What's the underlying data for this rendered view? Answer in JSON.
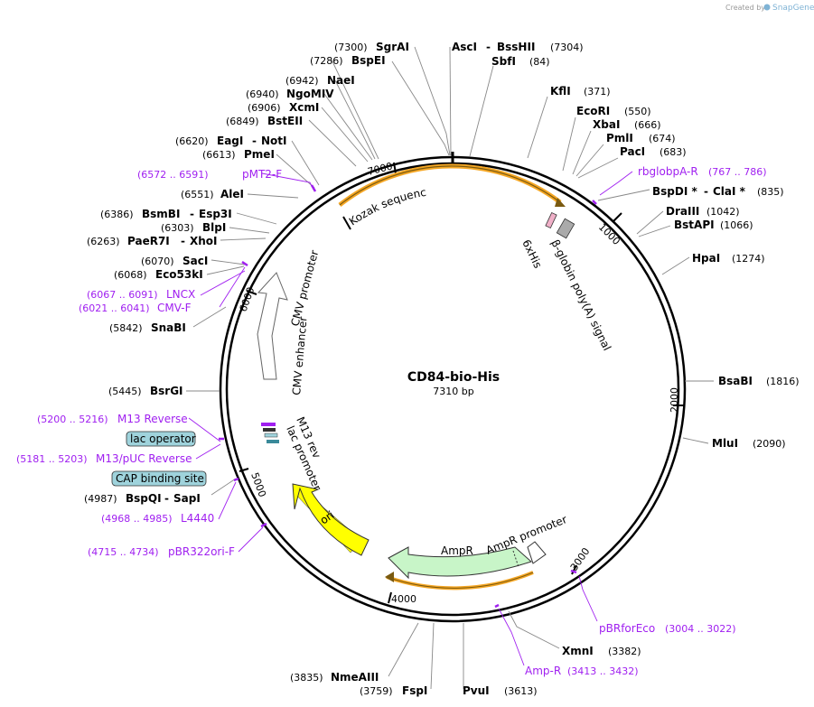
{
  "credit": {
    "prefix": "Created by",
    "brand": "SnapGene"
  },
  "plasmid": {
    "name": "CD84-bio-His",
    "length": "7310 bp"
  },
  "ticks": [
    "1000",
    "2000",
    "3000",
    "4000",
    "5000",
    "6000",
    "7000"
  ],
  "features": {
    "kozak": "Kozak sequence",
    "sixhis": "6xHis",
    "globin": "β-globin poly(A) signal",
    "cmv_promoter": "CMV promoter",
    "cmv_enhancer": "CMV enhancer",
    "m13rev": "M13 rev",
    "lac_promoter": "lac promoter",
    "ori": "ori",
    "ampr": "AmpR",
    "ampr_promoter": "AmpR promoter"
  },
  "boxes": {
    "lac_operator": "lac operator",
    "cap": "CAP binding site"
  },
  "enzymes": {
    "sgrai": {
      "name": "SgrAI",
      "pos": "(7300)"
    },
    "bspei": {
      "name": "BspEI",
      "pos": "(7286)"
    },
    "naei": {
      "name": "NaeI",
      "pos": "(6942)"
    },
    "ngomiv": {
      "name": "NgoMIV",
      "pos": "(6940)"
    },
    "xcmi": {
      "name": "XcmI",
      "pos": "(6906)"
    },
    "bsteii": {
      "name": "BstEII",
      "pos": "(6849)"
    },
    "eagi": {
      "name": "EagI",
      "sep": "-",
      "name2": "NotI",
      "pos": "(6620)"
    },
    "pmei": {
      "name": "PmeI",
      "pos": "(6613)"
    },
    "alei": {
      "name": "AleI",
      "pos": "(6551)"
    },
    "bsmbi": {
      "name": "BsmBI",
      "sep": "-",
      "name2": "Esp3I",
      "pos": "(6386)"
    },
    "blpi": {
      "name": "BlpI",
      "pos": "(6303)"
    },
    "paer7i": {
      "name": "PaeR7I",
      "sep": "-",
      "name2": "XhoI",
      "pos": "(6263)"
    },
    "saci": {
      "name": "SacI",
      "pos": "(6070)"
    },
    "eco53ki": {
      "name": "Eco53kI",
      "pos": "(6068)"
    },
    "snabi": {
      "name": "SnaBI",
      "pos": "(5842)"
    },
    "bsrgi": {
      "name": "BsrGI",
      "pos": "(5445)"
    },
    "bspqi": {
      "name": "BspQI",
      "sep": "-",
      "name2": "SapI",
      "pos": "(4987)"
    },
    "asci": {
      "name": "AscI",
      "sep": "-",
      "name2": "BssHII",
      "pos": "(7304)"
    },
    "sbfi": {
      "name": "SbfI",
      "pos": "(84)"
    },
    "kfli": {
      "name": "KflI",
      "pos": "(371)"
    },
    "ecori": {
      "name": "EcoRI",
      "pos": "(550)"
    },
    "xbai": {
      "name": "XbaI",
      "pos": "(666)"
    },
    "pmli": {
      "name": "PmlI",
      "pos": "(674)"
    },
    "paci": {
      "name": "PacI",
      "pos": "(683)"
    },
    "bspdi": {
      "name": "BspDI *",
      "sep": "-",
      "name2": "ClaI *",
      "pos": "(835)"
    },
    "draiii": {
      "name": "DraIII",
      "pos": "(1042)"
    },
    "bstapi": {
      "name": "BstAPI",
      "pos": "(1066)"
    },
    "hpai": {
      "name": "HpaI",
      "pos": "(1274)"
    },
    "bsabi": {
      "name": "BsaBI",
      "pos": "(1816)"
    },
    "mlui": {
      "name": "MluI",
      "pos": "(2090)"
    },
    "xmni": {
      "name": "XmnI",
      "pos": "(3382)"
    },
    "pvui": {
      "name": "PvuI",
      "pos": "(3613)"
    },
    "fspi": {
      "name": "FspI",
      "pos": "(3759)"
    },
    "nmeaiii": {
      "name": "NmeAIII",
      "pos": "(3835)"
    }
  },
  "primers": {
    "pmt2f": {
      "name": "pMT2-F",
      "pos": "(6572 .. 6591)"
    },
    "lncx": {
      "name": "LNCX",
      "pos": "(6067 .. 6091)"
    },
    "cmvf": {
      "name": "CMV-F",
      "pos": "(6021 .. 6041)"
    },
    "m13rev": {
      "name": "M13 Reverse",
      "pos": "(5200 .. 5216)"
    },
    "m13puc": {
      "name": "M13/pUC Reverse",
      "pos": "(5181 .. 5203)"
    },
    "l4440": {
      "name": "L4440",
      "pos": "(4968 .. 4985)"
    },
    "pbr322": {
      "name": "pBR322ori-F",
      "pos": "(4715 .. 4734)"
    },
    "rbglob": {
      "name": "rbglobpA-R",
      "pos": "(767 .. 786)"
    },
    "pbrfor": {
      "name": "pBRforEco",
      "pos": "(3004 .. 3022)"
    },
    "ampr": {
      "name": "Amp-R",
      "pos": "(3413 .. 3432)"
    }
  },
  "colors": {
    "backbone": "#000000",
    "primer": "#a020f0",
    "orf_orange": "#f5a623",
    "ori_yellow": "#ffff00",
    "ampr_green": "#c8f5c8",
    "box_blue": "#9fd3dc",
    "line_gray": "#888888"
  }
}
